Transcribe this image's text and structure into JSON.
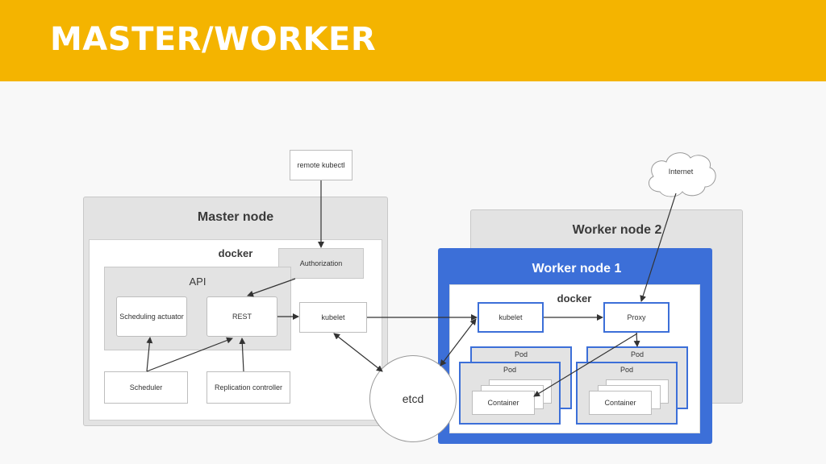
{
  "header": {
    "title": "MASTER/WORKER"
  },
  "diagram": {
    "remote_kubectl": "remote kubectl",
    "internet": "Internet",
    "master": {
      "title": "Master node",
      "docker": "docker",
      "authorization": "Authorization",
      "api": "API",
      "scheduling_actuator": "Scheduling actuator",
      "rest": "REST",
      "kubelet": "kubelet",
      "scheduler": "Scheduler",
      "replication_controller": "Replication controller"
    },
    "etcd": "etcd",
    "worker2": {
      "title": "Worker node 2"
    },
    "worker1": {
      "title": "Worker node 1",
      "docker": "docker",
      "kubelet": "kubelet",
      "proxy": "Proxy",
      "pod": "Pod",
      "container": "Container"
    },
    "colors": {
      "header": "#f4b400",
      "worker1": "#3c6fd8",
      "group_grey": "#e3e3e3"
    }
  }
}
